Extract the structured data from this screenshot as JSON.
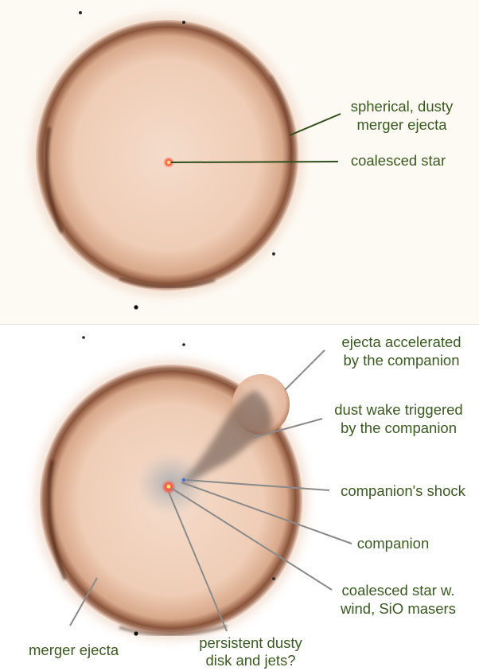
{
  "panels": {
    "top": {
      "labels": {
        "ejecta_line1": "spherical, dusty",
        "ejecta_line2": "merger ejecta",
        "coalesced": "coalesced star"
      }
    },
    "bottom": {
      "labels": {
        "accel_line1": "ejecta accelerated",
        "accel_line2": "by the companion",
        "wake_line1": "dust wake triggered",
        "wake_line2": "by the companion",
        "shock": "companion's shock",
        "companion": "companion",
        "coalesced_line1": "coalesced star w.",
        "coalesced_line2": "wind, SiO masers",
        "merger": "merger ejecta",
        "disk_line1": "persistent dusty",
        "disk_line2": "disk and jets?"
      }
    }
  },
  "colors": {
    "label_text": "#3a5a20",
    "leader_top": "#2f4d1c",
    "leader_bottom": "#8a8a8a",
    "shell_fill": "#f2d2bd",
    "shell_rim": "#7a4a32",
    "star_core": "#ff6a3a",
    "companion": "#3b6fd8"
  }
}
